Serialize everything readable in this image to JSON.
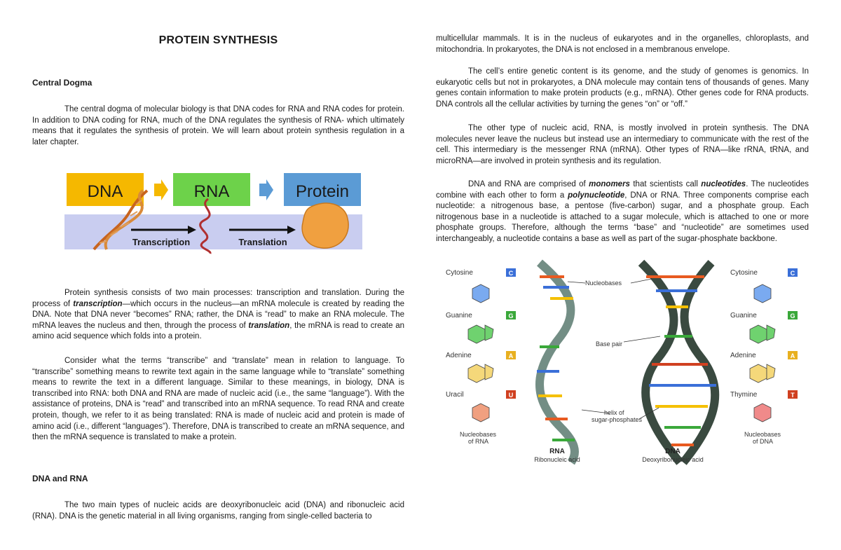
{
  "doc": {
    "title": "PROTEIN SYNTHESIS",
    "heading_central_dogma": "Central Dogma",
    "p1": "The central dogma of molecular biology is that DNA codes for RNA and RNA codes for protein. In addition to DNA coding for RNA, much of the DNA regulates the synthesis of RNA- which ultimately means that it regulates the synthesis of protein. We will learn about protein synthesis regulation in a later chapter.",
    "p2_a": "Protein synthesis consists of two main processes: transcription and translation. During the process of ",
    "p2_b": "transcription",
    "p2_c": "—which occurs in the nucleus—an mRNA molecule is created by reading the DNA. Note that DNA never “becomes” RNA; rather, the DNA is “read” to make an RNA molecule. The mRNA leaves the nucleus and then, through the process of ",
    "p2_d": "translation",
    "p2_e": ", the mRNA is read to create an amino acid sequence which folds into a protein.",
    "p3": "Consider what the terms “transcribe” and “translate” mean in relation to language. To “transcribe” something means to rewrite text again in the same language while to “translate” something means to rewrite the text in a different language. Similar to these meanings, in biology, DNA is transcribed into RNA: both DNA and RNA are made of nucleic acid (i.e., the same “language”). With the assistance of proteins, DNA is “read” and transcribed into an mRNA sequence. To read RNA and create protein, though, we refer to it as being translated: RNA is made of nucleic acid and protein is made of amino acid (i.e., different “languages”). Therefore, DNA is transcribed to create an mRNA sequence, and then the mRNA sequence is translated to make a protein.",
    "heading_dna_rna": "DNA and RNA",
    "p4": "The two main types of nucleic acids are deoxyribonucleic acid (DNA) and ribonucleic acid (RNA). DNA is the genetic material in all living organisms, ranging from single-celled bacteria to",
    "r1": "multicellular mammals. It is in the nucleus of eukaryotes and in the organelles, chloroplasts, and mitochondria. In prokaryotes, the DNA is not enclosed in a membranous envelope.",
    "r2": "The cell’s entire genetic content is its genome, and the study of genomes is genomics. In eukaryotic cells but not in prokaryotes, a DNA molecule may contain tens of thousands of genes. Many genes contain information to make protein products (e.g., mRNA). Other genes code for RNA products. DNA controls all the cellular activities by turning the genes “on” or “off.”",
    "r3": "The other type of nucleic acid, RNA, is mostly involved in protein synthesis. The DNA molecules never leave the nucleus but instead use an intermediary to communicate with the rest of the cell. This intermediary is the messenger RNA (mRNA). Other types of RNA—like rRNA, tRNA, and microRNA—are involved in protein synthesis and its regulation.",
    "r4_a": "DNA and RNA are comprised of ",
    "r4_b": "monomers",
    "r4_c": " that scientists call ",
    "r4_d": "nucleotides",
    "r4_e": ". The nucleotides combine with each other to form a ",
    "r4_f": "polynucleotide",
    "r4_g": ", DNA or RNA. Three components comprise each nucleotide: a nitrogenous base, a pentose (five-carbon) sugar, and a phosphate group. Each nitrogenous base in a nucleotide is attached to a sugar molecule, which is attached to one or more phosphate groups. Therefore, although the terms “base” and “nucleotide” are sometimes used interchangeably, a nucleotide contains a base as well as part of the sugar-phosphate backbone."
  },
  "fig1": {
    "box_dna": "DNA",
    "box_rna": "RNA",
    "box_protein": "Protein",
    "label_transcription": "Transcription",
    "label_translation": "Translation",
    "colors": {
      "dna": "#f5b800",
      "rna": "#6dd24a",
      "protein": "#5b9bd5",
      "band": "#c9cdf0"
    }
  },
  "fig2": {
    "cytosine": "Cytosine",
    "cytosine_letter": "C",
    "guanine": "Guanine",
    "guanine_letter": "G",
    "adenine": "Adenine",
    "adenine_letter": "A",
    "uracil": "Uracil",
    "uracil_letter": "U",
    "thymine": "Thymine",
    "thymine_letter": "T",
    "nucleobases": "Nucleobases",
    "base_pair": "Base pair",
    "helix_1": "helix of",
    "helix_2": "sugar-phosphates",
    "nb_rna_1": "Nucleobases",
    "nb_rna_2": "of RNA",
    "nb_dna_1": "Nucleobases",
    "nb_dna_2": "of DNA",
    "rna": "RNA",
    "rna_full": "Ribonucleic acid",
    "dna": "DNA",
    "dna_full": "Deoxyribonucleic acid"
  }
}
